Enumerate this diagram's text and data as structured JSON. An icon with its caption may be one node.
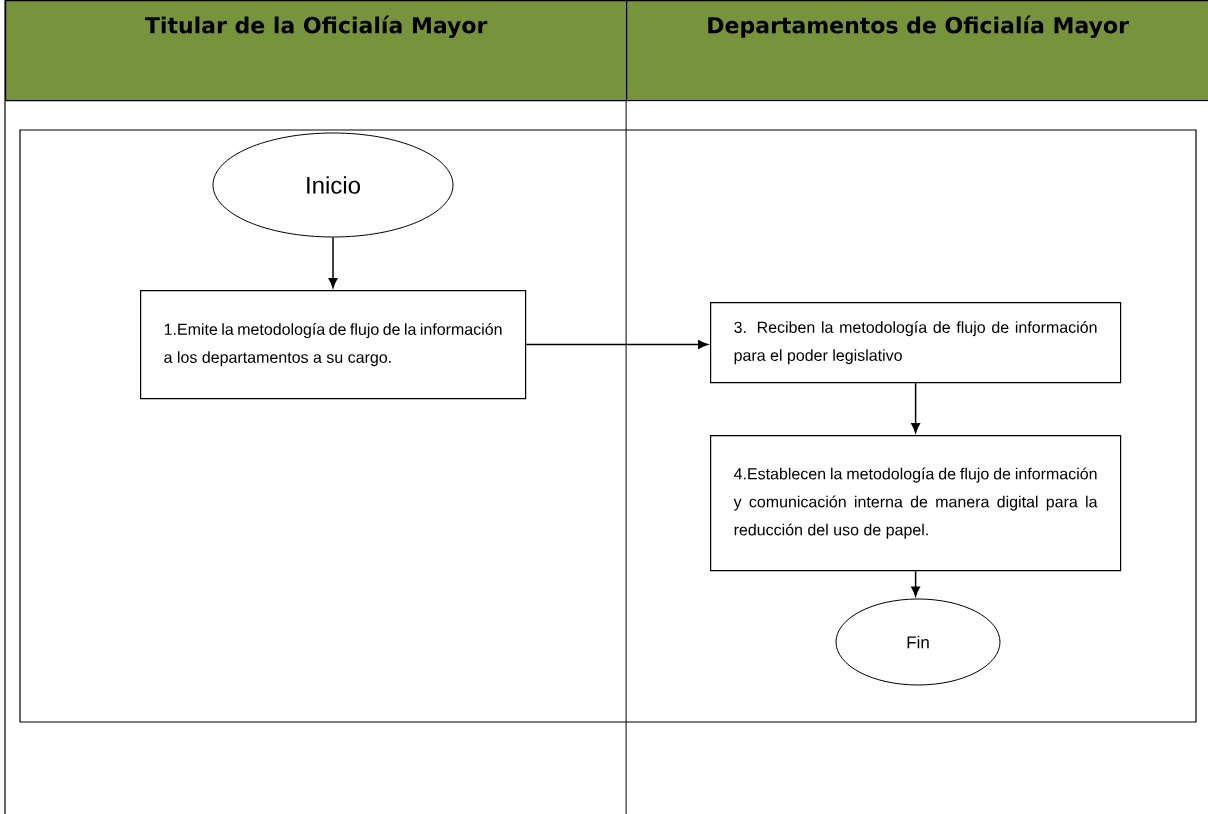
{
  "diagram": {
    "nodes": [
      {
        "text": [
          "Titular de la Oficialía Mayor"
        ]
      },
      {
        "text": [
          "Departamentos de Oficialía Mayor"
        ]
      },
      {
        "text": [
          "Inicio"
        ]
      },
      {
        "text": [
          "1.Emite la metodología de flujo de la información a los departamentos a su cargo."
        ]
      },
      {
        "text": [
          "3. Reciben la metodología de flujo de información para el poder legislativo"
        ]
      },
      {
        "text": [
          "4.Establecen la metodología de flujo de información y comunicación interna de manera digital para la reducción del uso de papel."
        ]
      },
      {
        "text": [
          "Fin"
        ]
      }
    ],
    "edges": [
      {
        "from": 2,
        "to": 3,
        "arrow": "to"
      },
      {
        "from": 3,
        "to": 4,
        "arrow": "to"
      },
      {
        "from": 4,
        "to": 5,
        "arrow": "to"
      },
      {
        "from": 5,
        "to": 6,
        "arrow": "to"
      }
    ]
  }
}
